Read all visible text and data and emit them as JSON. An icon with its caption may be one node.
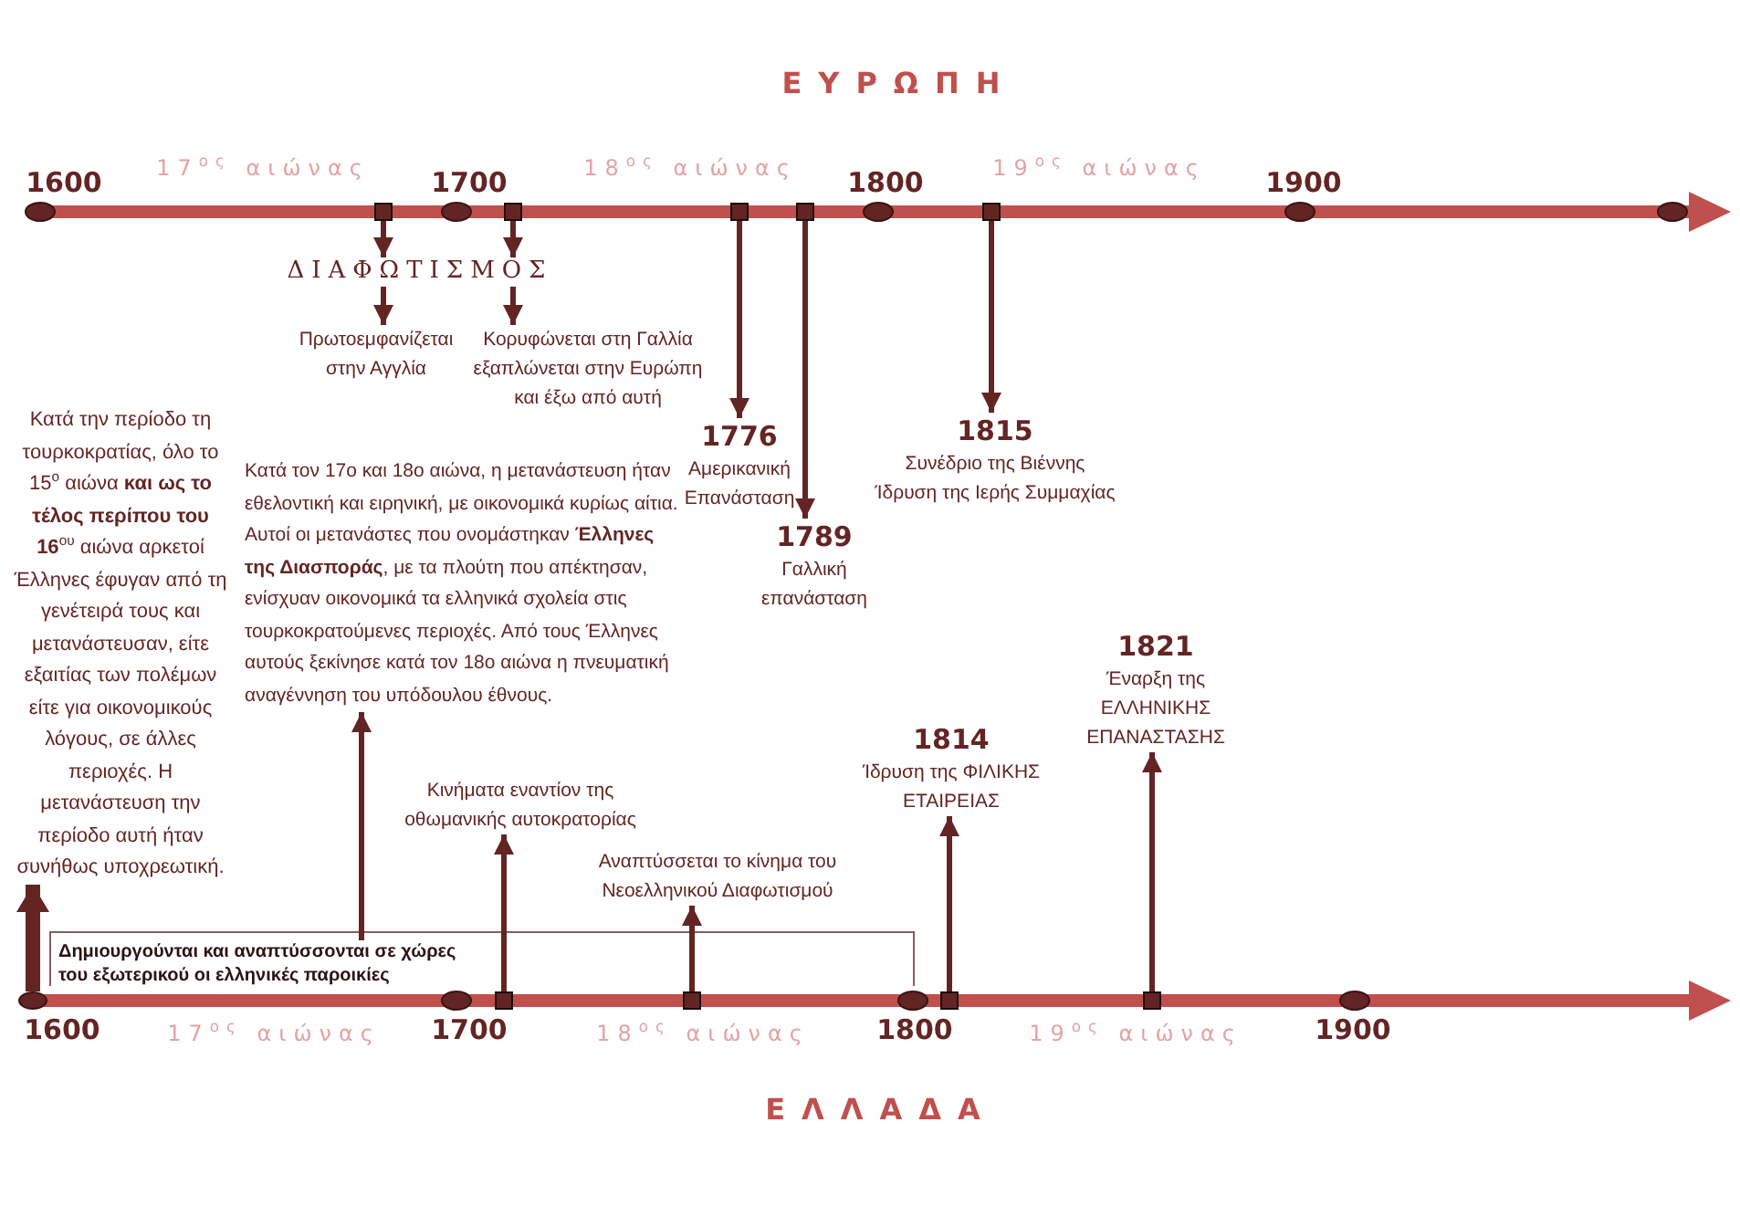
{
  "diagram": {
    "nodes": [
      {
        "text": [],
        "shape": "box"
      },
      {
        "text": [],
        "shape": "box"
      },
      {
        "text": [],
        "shape": "box"
      },
      {
        "text": [],
        "shape": "box"
      },
      {
        "text": [],
        "shape": "box"
      },
      {
        "text": [
          "ΔΙΑΦΩΤΙΣΜΟΣ"
        ]
      },
      {
        "text": [
          "Πρωτοεμφανίζεται στην Αγγλία"
        ]
      },
      {
        "text": [
          "Κορυφώνεται στη Γαλλία εξαπλώνεται στην Ευρώπη και έξω από αυτή"
        ]
      },
      {
        "text": [
          "1776",
          "Αμερικανική Επανάσταση"
        ]
      },
      {
        "text": [
          "1815",
          "Συνέδριο της Βιέννης",
          "Ίδρυση της Ιερής Συμμαχίας"
        ]
      },
      {
        "text": [
          "1789",
          "Γαλλική επανάσταση"
        ]
      },
      {
        "text": [
          "Κατά την περίοδο τη τουρκοκρατίας, όλο το 15$^{ο}$ αιώνα **και ως το τέλος περίπου του 16**$^{ου}$ αιώνα αρκετοί Έλληνες έφυγαν από τη γενέτειρά τους και μετανάστευσαν, είτε εξαιτίας των πολέμων είτε για οικονομικούς λόγους, σε άλλες περιοχές. Η μετανάστευση την περίοδο αυτή ήταν συνήθως υποχρεωτική."
        ]
      },
      {
        "text": [
          "Κατά τον 17ο και 18ο αιώνα, η μετανάστευση ήταν εθελοντική και ειρηνική, με οικονομικά κυρίως αίτια. Αυτοί οι μετανάστες που ονομάστηκαν **Έλληνες της Διασποράς**, με τα πλούτη που απέκτησαν, ενίσχυαν οικονομικά τα ελληνικά σχολεία στις τουρκοκρατούμενες περιοχές. Από τους Έλληνες αυτούς ξεκίνησε κατά τον 18ο αιώνα η πνευματική αναγέννηση του υπόδουλου έθνους."
        ]
      },
      {
        "text": [
          "1821",
          "Έναρξη της ΕΛΛΗΝΙΚΗΣ ΕΠΑΝΑΣΤΑΣΗΣ"
        ]
      },
      {
        "text": [
          "1814",
          "Ίδρυση της ΦΙΛΙΚΗΣ ΕΤΑΙΡΕΙΑΣ"
        ]
      },
      {
        "text": [
          "Κινήματα εναντίον της οθωμανικής αυτοκρατορίας"
        ]
      },
      {
        "text": [
          "Αναπτύσσεται το κίνημα του Νεοελληνικού Διαφωτισμού"
        ]
      },
      {
        "text": [
          "Δημιουργούνται και αναπτύσσονται σε χώρες του εξωτερικού οι ελληνικές παροικίες"
        ]
      },
      {
        "text": [],
        "shape": "ellipse"
      },
      {
        "text": [],
        "shape": "box"
      },
      {
        "text": [],
        "shape": "box"
      },
      {
        "text": [],
        "shape": "box"
      },
      {
        "text": [],
        "shape": "box"
      }
    ],
    "edges": [
      {
        "from": 0,
        "to": 5,
        "arrow": "to"
      },
      {
        "from": 1,
        "to": 5,
        "arrow": "to"
      },
      {
        "from": 5,
        "to": 6,
        "arrow": "to"
      },
      {
        "from": 5,
        "to": 7,
        "arrow": "to"
      },
      {
        "from": 2,
        "to": 8,
        "arrow": "to"
      },
      {
        "from": 3,
        "to": 10,
        "arrow": "to"
      },
      {
        "from": 4,
        "to": 9,
        "arrow": "to"
      },
      {
        "from": 18,
        "to": 11,
        "arrow": "to",
        "style": "thick"
      },
      {
        "from": 17,
        "to": 12,
        "arrow": "to"
      },
      {
        "from": 19,
        "to": 15,
        "arrow": "to"
      },
      {
        "from": 20,
        "to": 16,
        "arrow": "to"
      },
      {
        "from": 21,
        "to": 14,
        "arrow": "to"
      },
      {
        "from": 22,
        "to": 13,
        "arrow": "to"
      }
    ],
    "labels": [
      "ΕΥΡΩΠΗ",
      "1600",
      "17$^{ος}$ αιώνας",
      "1700",
      "18$^{ος}$ αιώνας",
      "1800",
      "19$^{ος}$ αιώνας",
      "1900",
      "1600",
      "17$^{ος}$ αιώνας",
      "1700",
      "18$^{ος}$ αιώνας",
      "1800",
      "19$^{ος}$ αιώνας",
      "1900",
      "ΕΛΛΑΔΑ"
    ]
  }
}
